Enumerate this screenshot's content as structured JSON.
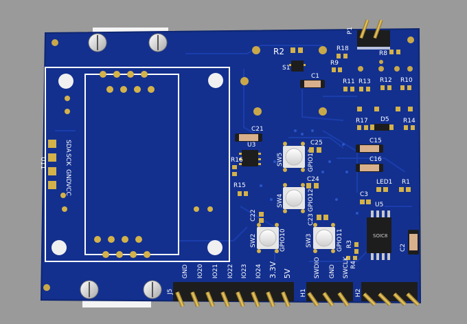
{
  "colors": {
    "background": "#9a9a9a",
    "board": "#13308f",
    "board_edge": "#0e2670",
    "trace": "#1c40b0",
    "silkscreen": "#ffffff",
    "pad": "#d4b24a",
    "via_ring": "#c9a84a",
    "chip": "#1d1d1d",
    "button": "#f3f3f3"
  },
  "labels": {
    "r2": "R2",
    "r18": "R18",
    "r8": "R8",
    "p1": "P1",
    "s1": "S1",
    "r9": "R9",
    "c1": "C1",
    "r11": "R11",
    "r13": "R13",
    "r12": "R12",
    "r10": "R10",
    "r17": "R17",
    "d5": "D5",
    "r14": "R14",
    "c21": "C21",
    "u3": "U3",
    "r16": "R16",
    "r15": "R15",
    "c25": "C25",
    "c15": "C15",
    "c16": "C16",
    "sw5": "SW5",
    "gpio13": "GPIO13",
    "c24": "C24",
    "led1": "LED1",
    "r1": "R1",
    "sw4": "SW4",
    "gpio12": "GPIO12",
    "c3": "C3",
    "u5": "U5",
    "c22": "C22",
    "c23": "C23",
    "soic8": "SOIC8",
    "sw2": "SW2",
    "gpio10": "GPIO10",
    "sw3": "SW3",
    "gpio11": "GPIO11",
    "r3": "R3",
    "r4": "R4",
    "c2": "C2",
    "u11": "U11",
    "sda": "SDA",
    "sck": "SCK",
    "gnd_oled": "GND",
    "vcc": "VCC",
    "j5": "J5",
    "j5_pins": [
      "GND",
      "IO20",
      "IO21",
      "IO22",
      "IO23",
      "IO24",
      "3.3V",
      "5V"
    ],
    "h1": "H1",
    "h1_pins": [
      "SWDIO",
      "GND",
      "SWCLK"
    ],
    "h2": "H2"
  }
}
